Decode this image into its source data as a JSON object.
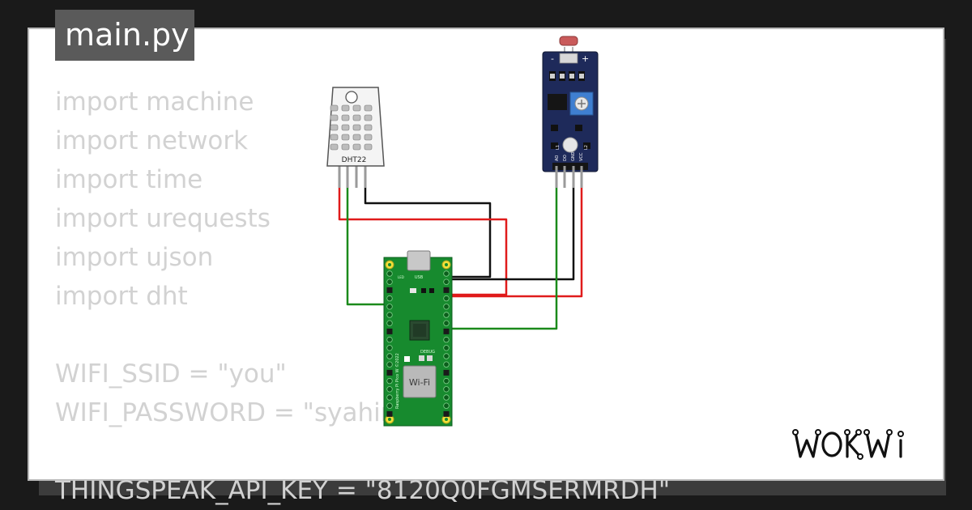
{
  "tab": {
    "filename": "main.py"
  },
  "code_lines": [
    "import machine",
    "import network",
    "import time",
    "import urequests",
    "import ujson",
    "import dht",
    "",
    "WIFI_SSID = \"you\"",
    "WIFI_PASSWORD = \"syahira",
    "",
    "THINGSPEAK_API_KEY = \"8120Q0FGMSERMRDH\""
  ],
  "sensor_dht": {
    "label": "DHT22"
  },
  "board": {
    "wifi_label": "Wi-Fi",
    "debug_label": "DEBUG",
    "model_label": "Raspberry Pi Pico W ©2022",
    "usb_label": "USB",
    "led_label": "LED"
  },
  "ldr_module": {
    "minus": "-",
    "plus": "+",
    "pin_labels": [
      "AO",
      "DO",
      "GND",
      "VCC"
    ],
    "side_labels": [
      "L1",
      "L2"
    ]
  },
  "brand": {
    "logo_text": "WOKWI"
  },
  "colors": {
    "wire_black": "#111111",
    "wire_red": "#e01b1b",
    "wire_green": "#1b8a1b",
    "board_green": "#178a2e",
    "module_navy": "#1e2a5a"
  }
}
